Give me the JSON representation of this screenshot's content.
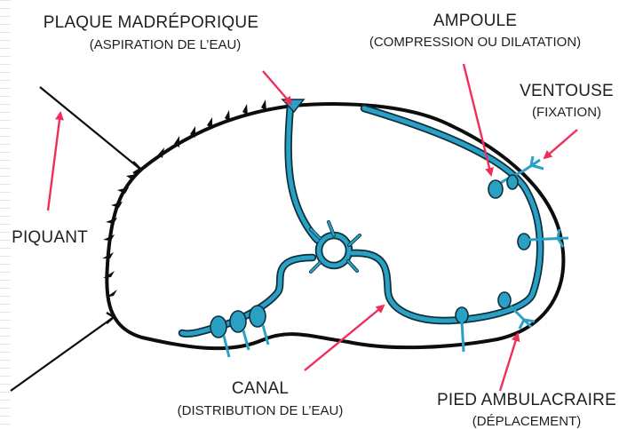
{
  "labels": {
    "plaque": {
      "title": "PLAQUE MADRÉPORIQUE",
      "sub": "(ASPIRATION DE L’EAU)"
    },
    "ampoule": {
      "title": "AMPOULE",
      "sub": "(COMPRESSION OU DILATATION)"
    },
    "ventouse": {
      "title": "VENTOUSE",
      "sub": "(FIXATION)"
    },
    "piquant": {
      "title": "PIQUANT"
    },
    "canal": {
      "title": "CANAL",
      "sub": "(DISTRIBUTION DE L’EAU)"
    },
    "pied": {
      "title": "PIED AMBULACRAIRE",
      "sub": "(DÉPLACEMENT)"
    }
  },
  "colors": {
    "outline": "#0d0d0d",
    "canal": "#2aa0c4",
    "canal_stroke": "#0f2f3b",
    "arrow": "#ef2f5a",
    "text": "#1f1f1f"
  }
}
